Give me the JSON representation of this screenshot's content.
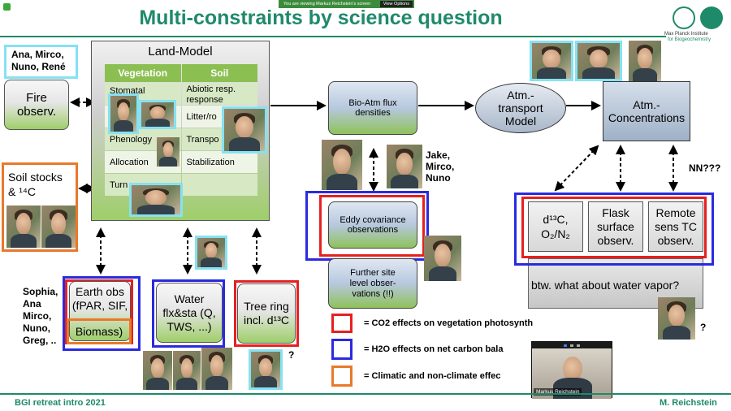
{
  "share_banner": {
    "text": "You are viewing Markus Reichstein's screen",
    "view_options": "View Options"
  },
  "title": "Multi-constraints by science question",
  "logo": {
    "line1": "Max Planck Institute",
    "line2": "for Biogeochemistry"
  },
  "people_top_left": "Ana, Mirco,\nNuno, René",
  "fire_box": "Fire\nobserv.",
  "soil_box": "Soil stocks\n& ¹⁴C",
  "land_model": {
    "title": "Land-Model",
    "headers": [
      "Vegetation",
      "Soil"
    ],
    "rows": [
      [
        "Stomatal",
        "Abiotic resp. response"
      ],
      [
        "",
        "Litter/ro"
      ],
      [
        "Phenology",
        "Transpo"
      ],
      [
        "Allocation",
        "Stabilization"
      ],
      [
        "Turn",
        ""
      ]
    ]
  },
  "bio_atm": "Bio-Atm flux\ndensities",
  "atm_transport": "Atm.-\ntransport\nModel",
  "atm_conc": "Atm.-\nConcentrations",
  "people_eddy": "Jake,\nMirco,\nNuno",
  "nn": "NN???",
  "eddy": "Eddy covariance\nobservations",
  "further_site": "Further site\nlevel obser-\nvations (!!)",
  "d13c_box": "d¹³C,\nO₂/N₂",
  "flask": "Flask\nsurface\nobserv.",
  "remote": "Remote\nsens TC\nobserv.",
  "water_vapor": "btw. what about water vapor?",
  "people_left": "Sophia,\nAna\nMirco,\nNuno,\nGreg, ..",
  "earth_obs": "Earth obs\n(fPAR, SIF,",
  "biomass": "Biomass)",
  "water_box": "Water\nflx&sta (Q,\nTWS, ...)",
  "tree_ring": "Tree ring\nincl. d¹³C",
  "question1": "?",
  "question2": "?",
  "legend": [
    {
      "color": "#e62020",
      "text": "= CO2 effects on vegetation photosynth"
    },
    {
      "color": "#2a2ae0",
      "text": "= H2O effects on net carbon bala"
    },
    {
      "color": "#e9792a",
      "text": "= Climatic and non-climate effec"
    }
  ],
  "video": {
    "name": "Markus Reichstein"
  },
  "footer": {
    "left": "BGI retreat intro 2021",
    "right": "M. Reichstein"
  },
  "colors": {
    "title": "#1f8a6a",
    "footer": "#1f8a6a",
    "red": "#e62020",
    "blue": "#2a2ae0",
    "orange": "#e9792a",
    "cyan": "#86e1f3",
    "green": "#9fce6a"
  }
}
